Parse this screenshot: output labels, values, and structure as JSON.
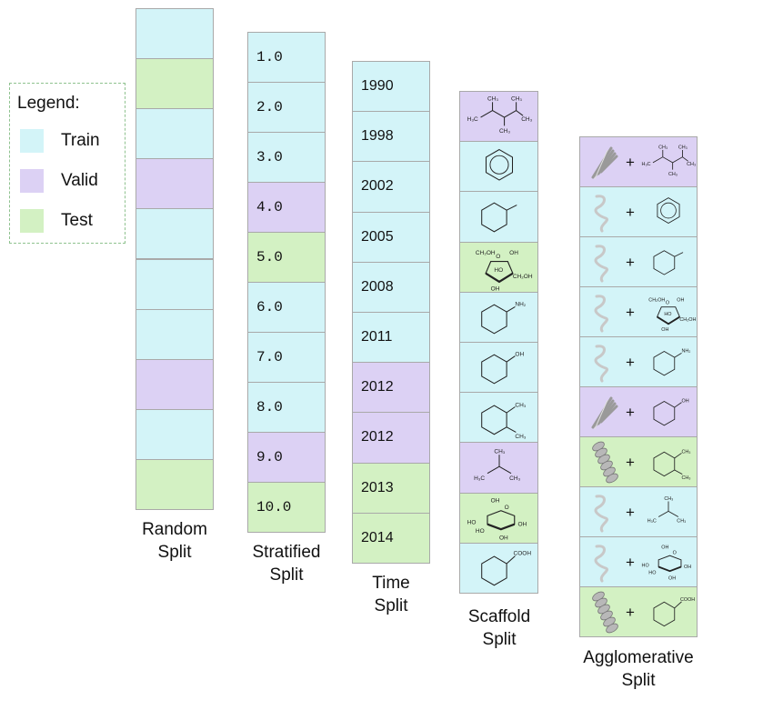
{
  "colors": {
    "train": "#d3f4f8",
    "valid": "#dcd1f4",
    "test": "#d3f1c3"
  },
  "legend": {
    "title": "Legend:",
    "items": [
      {
        "key": "train",
        "label": "Train"
      },
      {
        "key": "valid",
        "label": "Valid"
      },
      {
        "key": "test",
        "label": "Test"
      }
    ]
  },
  "columns": [
    {
      "id": "random",
      "caption": "Random\nSplit",
      "kind": "blank",
      "cells": [
        "train",
        "test",
        "train",
        "valid",
        "train",
        "train",
        "train",
        "valid",
        "train",
        "test"
      ]
    },
    {
      "id": "stratified",
      "caption": "Stratified\nSplit",
      "kind": "value",
      "cells": [
        {
          "label": "1.0",
          "split": "train"
        },
        {
          "label": "2.0",
          "split": "train"
        },
        {
          "label": "3.0",
          "split": "train"
        },
        {
          "label": "4.0",
          "split": "valid"
        },
        {
          "label": "5.0",
          "split": "test"
        },
        {
          "label": "6.0",
          "split": "train"
        },
        {
          "label": "7.0",
          "split": "train"
        },
        {
          "label": "8.0",
          "split": "train"
        },
        {
          "label": "9.0",
          "split": "valid"
        },
        {
          "label": "10.0",
          "split": "test"
        }
      ]
    },
    {
      "id": "time",
      "caption": "Time\nSplit",
      "kind": "year",
      "cells": [
        {
          "label": "1990",
          "split": "train"
        },
        {
          "label": "1998",
          "split": "train"
        },
        {
          "label": "2002",
          "split": "train"
        },
        {
          "label": "2005",
          "split": "train"
        },
        {
          "label": "2008",
          "split": "train"
        },
        {
          "label": "2011",
          "split": "train"
        },
        {
          "label": "2012",
          "split": "valid"
        },
        {
          "label": "2012",
          "split": "valid"
        },
        {
          "label": "2013",
          "split": "test"
        },
        {
          "label": "2014",
          "split": "test"
        }
      ]
    },
    {
      "id": "scaffold",
      "caption": "Scaffold\nSplit",
      "kind": "molecule",
      "cells": [
        {
          "mol": "dimethylbutane",
          "split": "valid"
        },
        {
          "mol": "benzene",
          "split": "train"
        },
        {
          "mol": "toluene",
          "split": "train"
        },
        {
          "mol": "fructose",
          "split": "test"
        },
        {
          "mol": "aniline",
          "split": "train"
        },
        {
          "mol": "phenol",
          "split": "train"
        },
        {
          "mol": "xylene",
          "split": "train"
        },
        {
          "mol": "isobutane",
          "split": "valid"
        },
        {
          "mol": "glucose",
          "split": "test"
        },
        {
          "mol": "benzoic-acid",
          "split": "train"
        }
      ]
    },
    {
      "id": "agglomerative",
      "caption": "Agglomerative\nSplit",
      "kind": "protein",
      "cells": [
        {
          "protein": "sheet",
          "mol": "dimethylbutane",
          "split": "valid"
        },
        {
          "protein": "coil",
          "mol": "benzene",
          "split": "train"
        },
        {
          "protein": "coil",
          "mol": "toluene",
          "split": "train"
        },
        {
          "protein": "coil",
          "mol": "fructose",
          "split": "train"
        },
        {
          "protein": "coil",
          "mol": "aniline",
          "split": "train"
        },
        {
          "protein": "sheet",
          "mol": "phenol",
          "split": "valid"
        },
        {
          "protein": "helix",
          "mol": "xylene",
          "split": "test"
        },
        {
          "protein": "coil",
          "mol": "isobutane",
          "split": "train"
        },
        {
          "protein": "coil",
          "mol": "glucose",
          "split": "train"
        },
        {
          "protein": "helix",
          "mol": "benzoic-acid",
          "split": "test"
        }
      ],
      "plus": "+"
    }
  ],
  "atom_labels": {
    "CH3": "CH₃",
    "H3C": "H₃C",
    "CH2OH": "CH₂OH",
    "HO": "HO",
    "OH": "OH",
    "NH2": "NH₂",
    "COOH": "COOH",
    "O": "O"
  }
}
